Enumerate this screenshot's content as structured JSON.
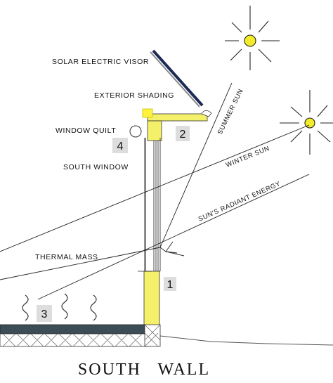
{
  "labels": {
    "solar_electric_visor": "SOLAR ELECTRIC VISOR",
    "exterior_shading": "EXTERIOR SHADING",
    "window_quilt": "WINDOW QUILT",
    "south_window": "SOUTH WINDOW",
    "thermal_mass": "THERMAL MASS",
    "summer_sun": "SUMMER SUN",
    "winter_sun": "WINTER SUN",
    "radiant_energy": "SUN'S RADIANT ENERGY"
  },
  "badges": [
    "1",
    "2",
    "3",
    "4"
  ],
  "title": "SOUTH   WALL",
  "icons": [
    "sun-icon",
    "sun-icon",
    "heat-wave-icon"
  ],
  "colors": {
    "mass_yellow": "#f5f06a",
    "floor_slab": "#3d4d57",
    "visor_navy": "#1c2a55",
    "sun_yellow": "#f3ec2a",
    "badge_gray": "#dddddd"
  }
}
